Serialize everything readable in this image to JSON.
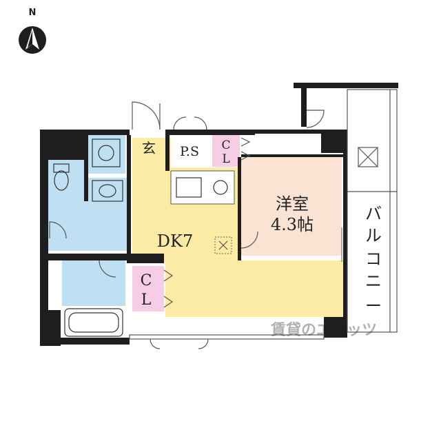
{
  "compass": {
    "letter": "N",
    "icon": "north-arrow-icon"
  },
  "rooms": {
    "entrance": "玄",
    "pipe_space": "P.S",
    "closet_top_1": "C",
    "closet_top_2": "L",
    "western_room_name": "洋室",
    "western_room_size": "4.3帖",
    "dining_kitchen": "DK7",
    "closet_left_1": "C",
    "closet_left_2": "L",
    "balcony": [
      "バ",
      "ル",
      "コ",
      "ニ",
      "ー"
    ]
  },
  "watermark": {
    "text": "賃貸のエリッツ"
  },
  "colors": {
    "wall": "#1e1e1e",
    "dk_floor": "#fbeba4",
    "western_floor": "#fbe3d4",
    "wet_area": "#bfe0f2",
    "closet": "#f6cde4",
    "balcony": "#ffffff",
    "entrance": "#ffffff"
  }
}
